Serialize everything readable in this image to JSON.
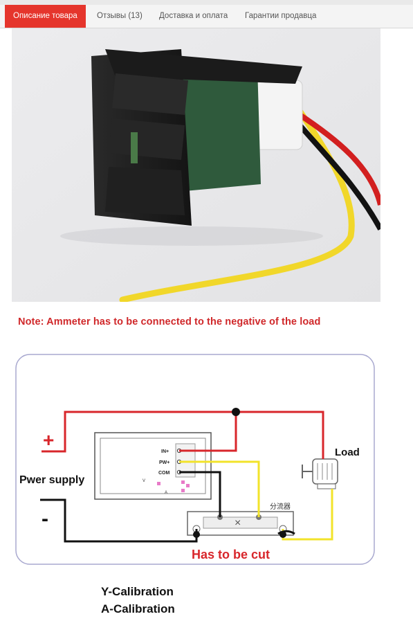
{
  "tabs": [
    {
      "label": "Описание товара",
      "active": true
    },
    {
      "label": "Отзывы (13)",
      "active": false
    },
    {
      "label": "Доставка и оплата",
      "active": false
    },
    {
      "label": "Гарантии продавца",
      "active": false
    }
  ],
  "note": "Note: Ammeter has to be connected to the negative of the load",
  "diagram": {
    "plus": "+",
    "minus": "-",
    "supply": "Pwer supply",
    "load": "Load",
    "pin_in": "IN+",
    "pin_pw": "PW+",
    "pin_com": "COM",
    "meter_v": "V",
    "meter_a": "A",
    "shunt": "分流器",
    "cut_mark": "×",
    "cut": "Has to be cut"
  },
  "calibration": {
    "y": "Y-Calibration",
    "a": "A-Calibration"
  },
  "colors": {
    "accent_red": "#e5352c",
    "note_red": "#d0282a",
    "wire_red": "#d8262b",
    "wire_yellow": "#f2e32a",
    "wire_black": "#111111"
  }
}
